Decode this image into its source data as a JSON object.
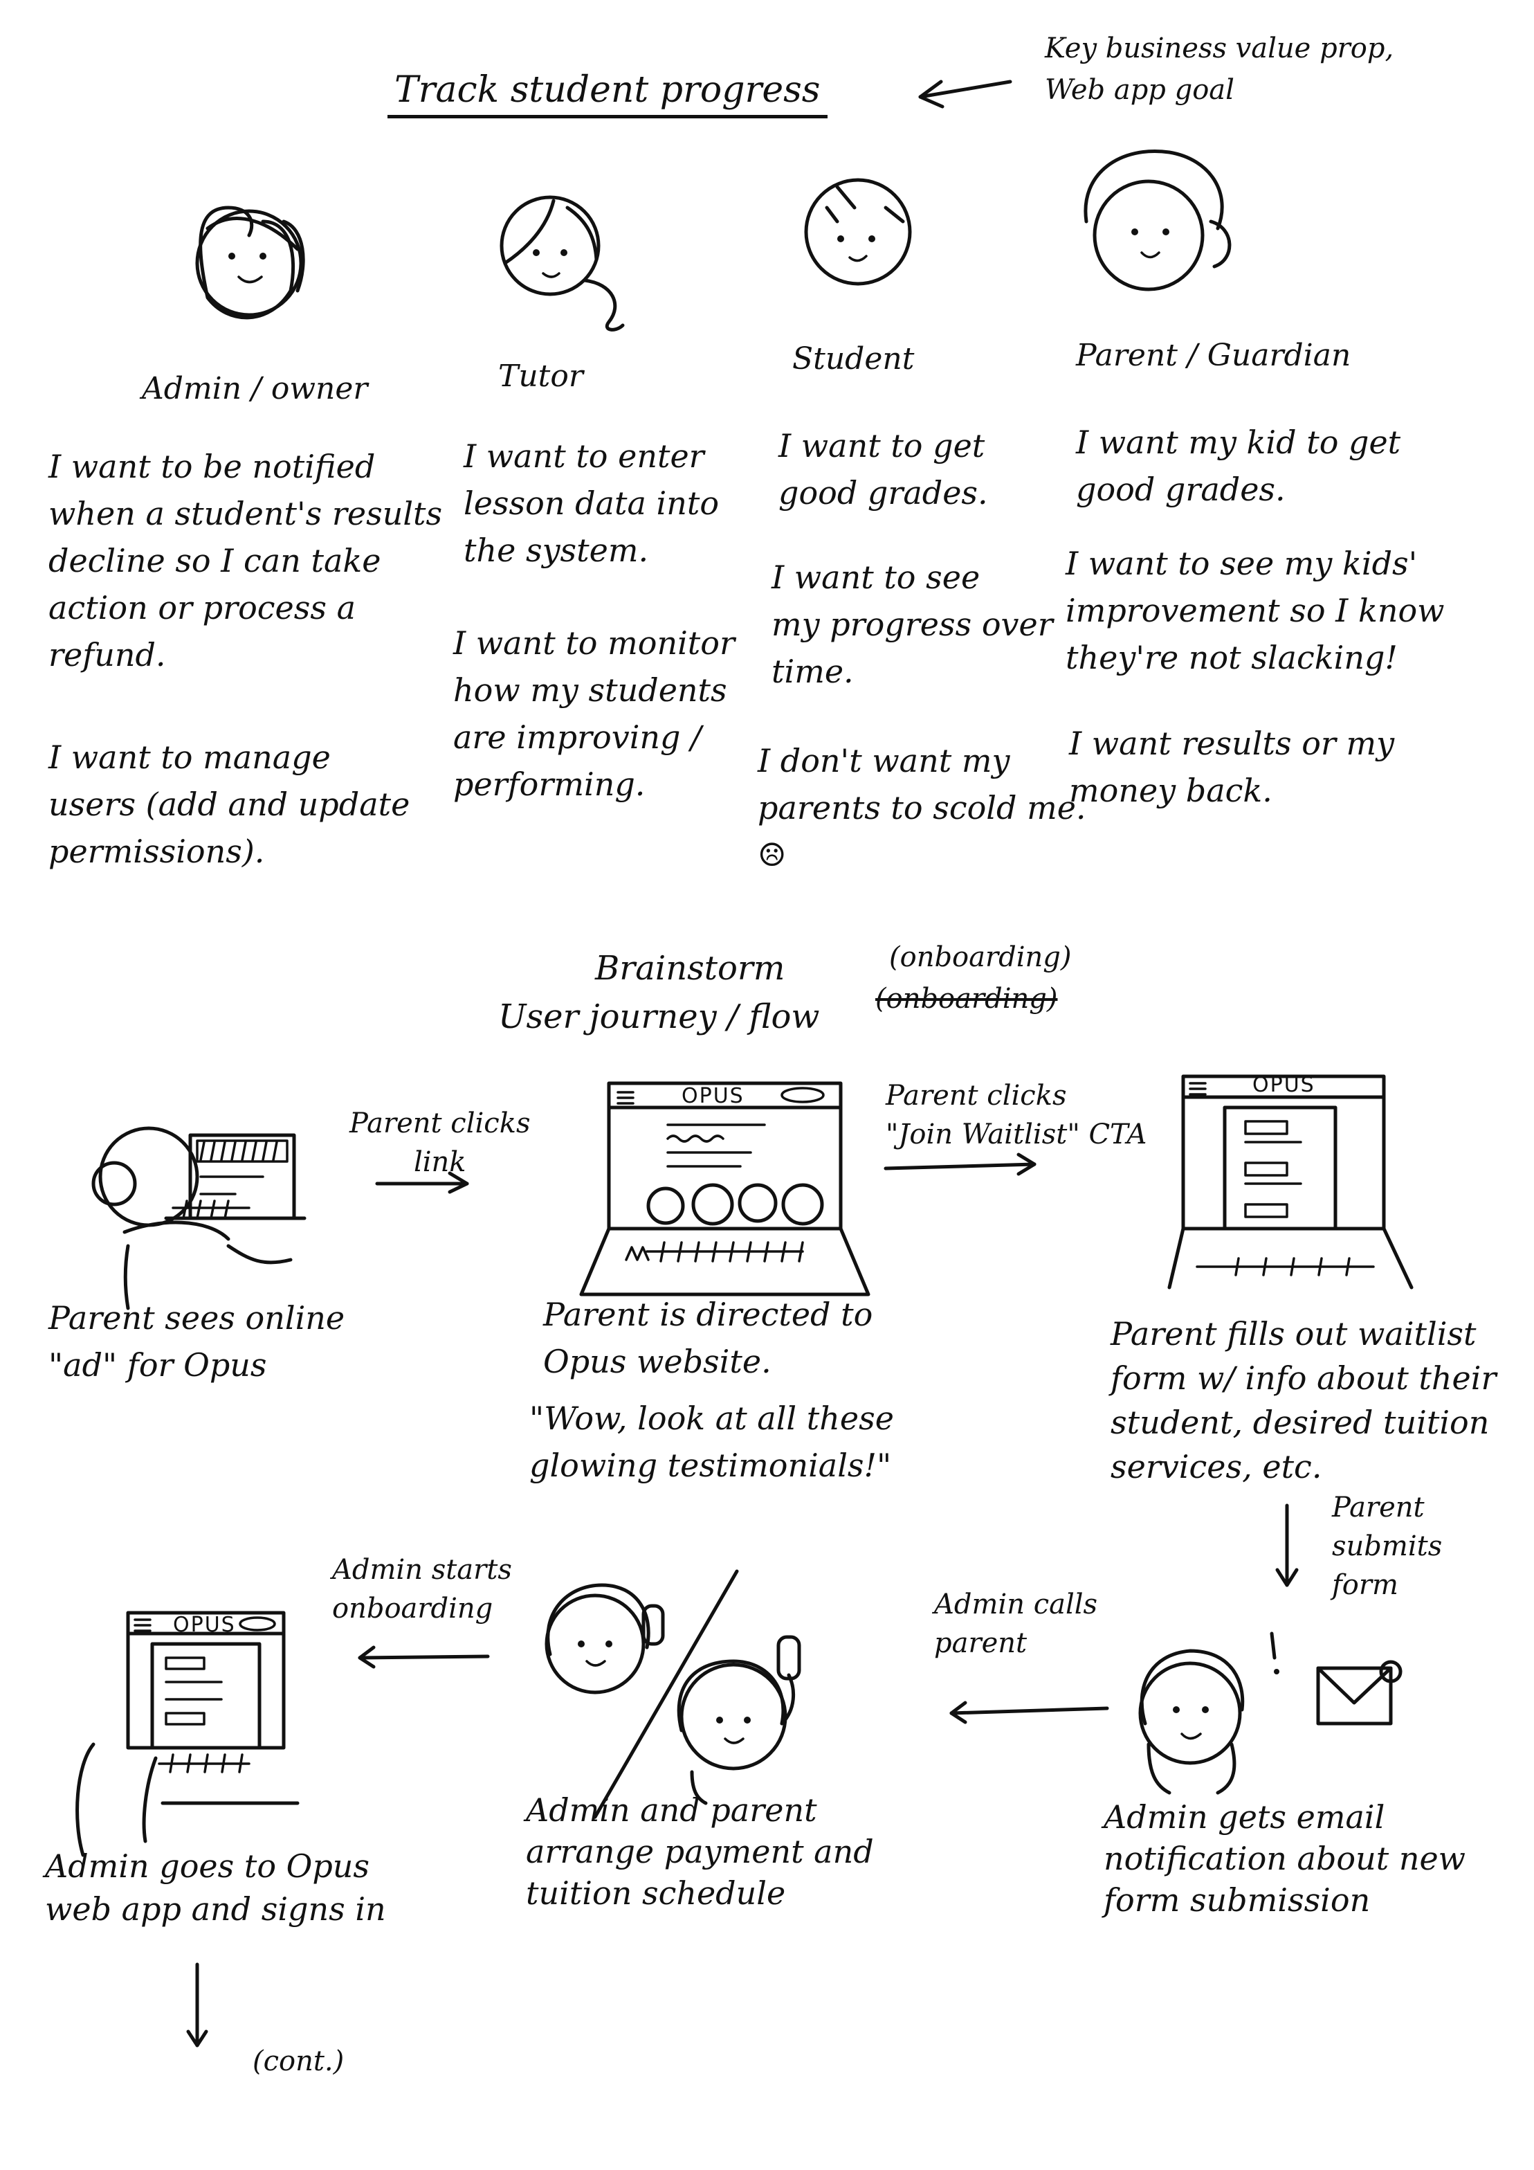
{
  "header": {
    "title": "Track student progress",
    "annotation": [
      "Key business value prop,",
      "Web app goal"
    ]
  },
  "personas": [
    {
      "name": "Admin / owner",
      "goals": [
        [
          "I want to be notified",
          "when a student's results",
          "decline so I can take",
          "action or process a",
          "refund."
        ],
        [
          "I want to manage",
          "users (add and update",
          "permissions)."
        ]
      ]
    },
    {
      "name": "Tutor",
      "goals": [
        [
          "I want to enter",
          "lesson data into",
          "the system."
        ],
        [
          "I want to monitor",
          "how my students",
          "are improving /",
          "performing."
        ]
      ]
    },
    {
      "name": "Student",
      "goals": [
        [
          "I want to get",
          "good grades."
        ],
        [
          "I want to see",
          "my progress over",
          "time."
        ],
        [
          "I don't want my",
          "parents to scold me.",
          "☹"
        ]
      ]
    },
    {
      "name": "Parent / Guardian",
      "goals": [
        [
          "I want my kid to get",
          "good grades."
        ],
        [
          "I want to see my kids'",
          "improvement so I know",
          "they're not slacking!"
        ],
        [
          "I want results or my",
          "money back."
        ]
      ]
    }
  ],
  "brainstorm": {
    "heading": "Brainstorm",
    "subtitle": "User journey / flow",
    "struck_word": "(onboarding)",
    "replacement_word": "(onboarding)"
  },
  "flow": {
    "logo": "OPUS",
    "steps": [
      {
        "caption": [
          "Parent sees online",
          "\"ad\" for Opus"
        ]
      },
      {
        "caption": [
          "Parent is directed to",
          "Opus website."
        ],
        "quote": [
          "\"Wow, look at all these",
          "glowing testimonials!\""
        ]
      },
      {
        "caption": [
          "Parent fills out waitlist",
          "form w/ info about their",
          "student, desired tuition",
          "services, etc."
        ]
      },
      {
        "caption": [
          "Admin gets email",
          "notification about new",
          "form submission"
        ]
      },
      {
        "caption": [
          "Admin and parent",
          "arrange payment and",
          "tuition schedule"
        ]
      },
      {
        "caption": [
          "Admin goes to Opus",
          "web app and signs in"
        ]
      }
    ],
    "transitions": [
      [
        "Parent clicks",
        "link"
      ],
      [
        "Parent clicks",
        "\"Join Waitlist\" CTA"
      ],
      [
        "Parent",
        "submits",
        "form"
      ],
      [
        "Admin calls",
        "parent"
      ],
      [
        "Admin starts",
        "onboarding"
      ]
    ],
    "continued": "(cont.)"
  }
}
